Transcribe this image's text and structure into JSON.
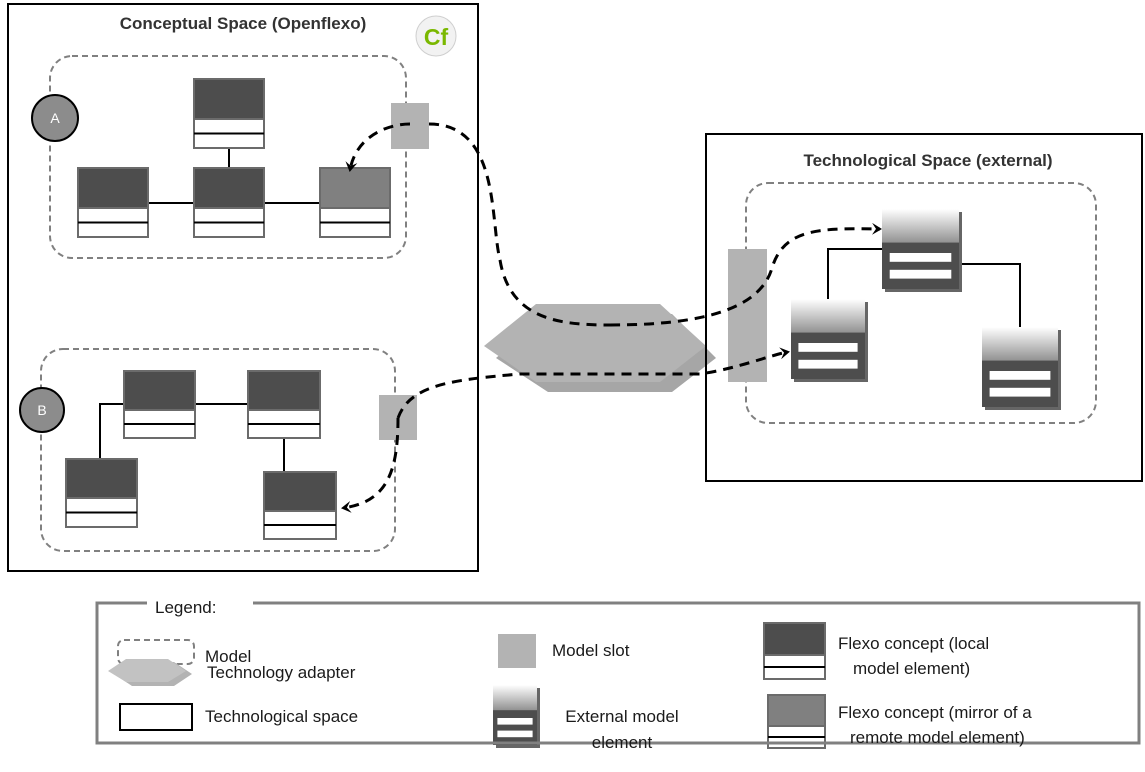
{
  "conceptual_space": {
    "title": "Conceptual Space (Openflexo)",
    "logo": "Cf",
    "model_a_label": "A",
    "model_b_label": "B"
  },
  "technological_space": {
    "title": "Technological Space (external)"
  },
  "legend": {
    "title": "Legend:",
    "model": "Model",
    "technology_adapter": "Technology adapter",
    "technological_space": "Technological space",
    "model_slot": "Model slot",
    "external_element_line1": "External model",
    "external_element_line2": "element",
    "flexo_local_line1": "Flexo concept (local",
    "flexo_local_line2": "model element)",
    "flexo_mirror_line1": "Flexo concept (mirror of a",
    "flexo_mirror_line2": "remote model element)"
  },
  "colors": {
    "flexo_local": "#4d4d4d",
    "flexo_mirror": "#808080",
    "slot": "#b3b3b3",
    "circle": "#8c8c8c",
    "dash": "#808080",
    "logo_green": "#7ab800"
  }
}
